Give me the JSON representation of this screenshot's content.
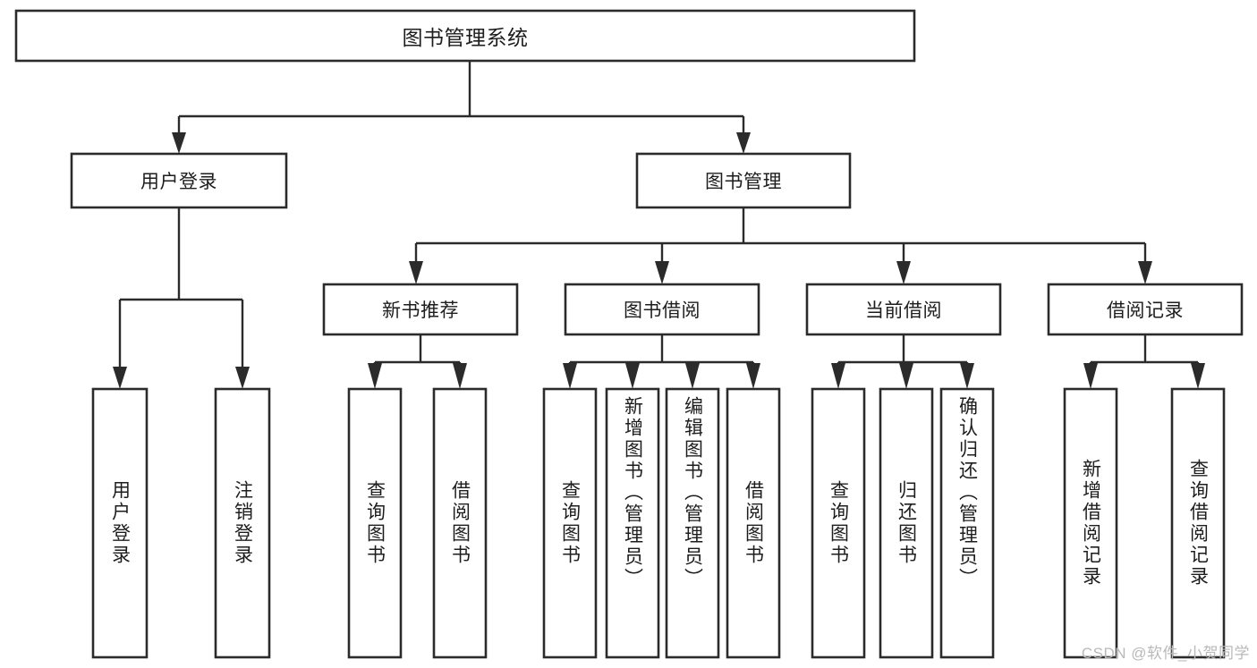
{
  "diagram": {
    "type": "tree-hierarchy",
    "title": "图书管理系统",
    "watermark": "CSDN @软件_小贺同学",
    "colors": {
      "background": "#ffffff",
      "box_stroke": "#2b2b2b",
      "box_fill": "#ffffff",
      "text": "#1d1d1d",
      "connector": "#2b2b2b",
      "watermark": "#b9b9b9"
    },
    "levels": [
      {
        "level": 1,
        "nodes": [
          {
            "id": "root",
            "label": "图书管理系统",
            "orientation": "horizontal"
          }
        ]
      },
      {
        "level": 2,
        "nodes": [
          {
            "id": "user-login",
            "label": "用户登录",
            "orientation": "horizontal",
            "parent": "root"
          },
          {
            "id": "book-manage",
            "label": "图书管理",
            "orientation": "horizontal",
            "parent": "root"
          }
        ]
      },
      {
        "level": 3,
        "nodes": [
          {
            "id": "new-book-rec",
            "label": "新书推荐",
            "orientation": "horizontal",
            "parent": "book-manage"
          },
          {
            "id": "book-borrow",
            "label": "图书借阅",
            "orientation": "horizontal",
            "parent": "book-manage"
          },
          {
            "id": "current-borrow",
            "label": "当前借阅",
            "orientation": "horizontal",
            "parent": "book-manage"
          },
          {
            "id": "borrow-record",
            "label": "借阅记录",
            "orientation": "horizontal",
            "parent": "book-manage"
          }
        ]
      },
      {
        "level": 4,
        "nodes": [
          {
            "id": "leaf-user-login",
            "label": "用户登录",
            "orientation": "vertical",
            "parent": "user-login"
          },
          {
            "id": "leaf-user-logout",
            "label": "注销登录",
            "orientation": "vertical",
            "parent": "user-login"
          },
          {
            "id": "leaf-query-book-1",
            "label": "查询图书",
            "orientation": "vertical",
            "parent": "new-book-rec"
          },
          {
            "id": "leaf-borrow-book-1",
            "label": "借阅图书",
            "orientation": "vertical",
            "parent": "new-book-rec"
          },
          {
            "id": "leaf-query-book-2",
            "label": "查询图书",
            "orientation": "vertical",
            "parent": "book-borrow"
          },
          {
            "id": "leaf-add-book",
            "label": "新增图书（管理员）",
            "orientation": "vertical",
            "parent": "book-borrow"
          },
          {
            "id": "leaf-edit-book",
            "label": "编辑图书（管理员）",
            "orientation": "vertical",
            "parent": "book-borrow"
          },
          {
            "id": "leaf-borrow-book-2",
            "label": "借阅图书",
            "orientation": "vertical",
            "parent": "book-borrow"
          },
          {
            "id": "leaf-query-book-3",
            "label": "查询图书",
            "orientation": "vertical",
            "parent": "current-borrow"
          },
          {
            "id": "leaf-return-book",
            "label": "归还图书",
            "orientation": "vertical",
            "parent": "current-borrow"
          },
          {
            "id": "leaf-confirm-return",
            "label": "确认归还（管理员）",
            "orientation": "vertical",
            "parent": "current-borrow"
          },
          {
            "id": "leaf-add-record",
            "label": "新增借阅记录",
            "orientation": "vertical",
            "parent": "borrow-record"
          },
          {
            "id": "leaf-query-record",
            "label": "查询借阅记录",
            "orientation": "vertical",
            "parent": "borrow-record"
          }
        ]
      }
    ]
  }
}
